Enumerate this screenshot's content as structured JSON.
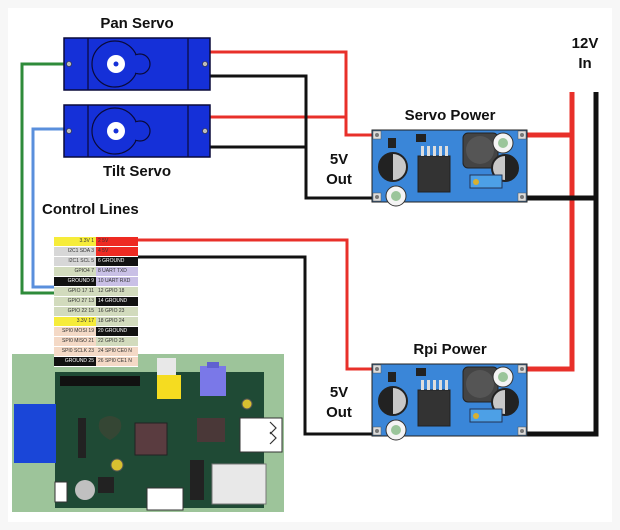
{
  "labels": {
    "pan_servo": "Pan Servo",
    "tilt_servo": "Tilt Servo",
    "control_lines": "Control Lines",
    "servo_power": "Servo Power",
    "rpi_power": "Rpi Power",
    "servo_5v_out_line1": "5V",
    "servo_5v_out_line2": "Out",
    "rpi_5v_out_line1": "5V",
    "rpi_5v_out_line2": "Out",
    "input_line1": "12V",
    "input_line2": "In"
  },
  "colors": {
    "positive_wire": "#e8302a",
    "ground_wire": "#111111",
    "pan_signal_wire": "#2e8b3a",
    "tilt_signal_wire": "#5a8fdc",
    "servo_body": "#1530d8",
    "regulator_board": "#3a86d8",
    "pi_background": "#9dc49a",
    "pi_pcb": "#1f4a35"
  },
  "gpio_header": {
    "rows": [
      {
        "left": "3.3V",
        "left_pin": "1",
        "right_pin": "2",
        "right": "5V",
        "left_color": "#f6ec3a",
        "right_color": "#ee2a22"
      },
      {
        "left": "I2C1 SDA",
        "left_pin": "3",
        "right_pin": "4",
        "right": "5V",
        "left_color": "#d7d7d7",
        "right_color": "#ee2a22"
      },
      {
        "left": "I2C1 SCL",
        "left_pin": "5",
        "right_pin": "6",
        "right": "GROUND",
        "left_color": "#d7d7d7",
        "right_color": "#111111"
      },
      {
        "left": "GPIO4",
        "left_pin": "7",
        "right_pin": "8",
        "right": "UART TXD",
        "left_color": "#d2dbbd",
        "right_color": "#c9c0e6"
      },
      {
        "left": "GROUND",
        "left_pin": "9",
        "right_pin": "10",
        "right": "UART RXD",
        "left_color": "#111111",
        "right_color": "#c9c0e6"
      },
      {
        "left": "GPIO 17",
        "left_pin": "11",
        "right_pin": "12",
        "right": "GPIO 18",
        "left_color": "#d2dbbd",
        "right_color": "#d2dbbd"
      },
      {
        "left": "GPIO 27",
        "left_pin": "13",
        "right_pin": "14",
        "right": "GROUND",
        "left_color": "#d2dbbd",
        "right_color": "#111111"
      },
      {
        "left": "GPIO 22",
        "left_pin": "15",
        "right_pin": "16",
        "right": "GPIO 23",
        "left_color": "#d2dbbd",
        "right_color": "#d2dbbd"
      },
      {
        "left": "3.3V",
        "left_pin": "17",
        "right_pin": "18",
        "right": "GPIO 24",
        "left_color": "#f6ec3a",
        "right_color": "#d2dbbd"
      },
      {
        "left": "SPI0 MOSI",
        "left_pin": "19",
        "right_pin": "20",
        "right": "GROUND",
        "left_color": "#f4d9c6",
        "right_color": "#111111"
      },
      {
        "left": "SPI0 MISO",
        "left_pin": "21",
        "right_pin": "22",
        "right": "GPIO 25",
        "left_color": "#f4d9c6",
        "right_color": "#d2dbbd"
      },
      {
        "left": "SPI0 SCLK",
        "left_pin": "23",
        "right_pin": "24",
        "right": "SPI0 CE0 N",
        "left_color": "#f4d9c6",
        "right_color": "#f4d9c6"
      },
      {
        "left": "GROUND",
        "left_pin": "25",
        "right_pin": "26",
        "right": "SPI0 CE1 N",
        "left_color": "#111111",
        "right_color": "#f4d9c6"
      }
    ]
  }
}
